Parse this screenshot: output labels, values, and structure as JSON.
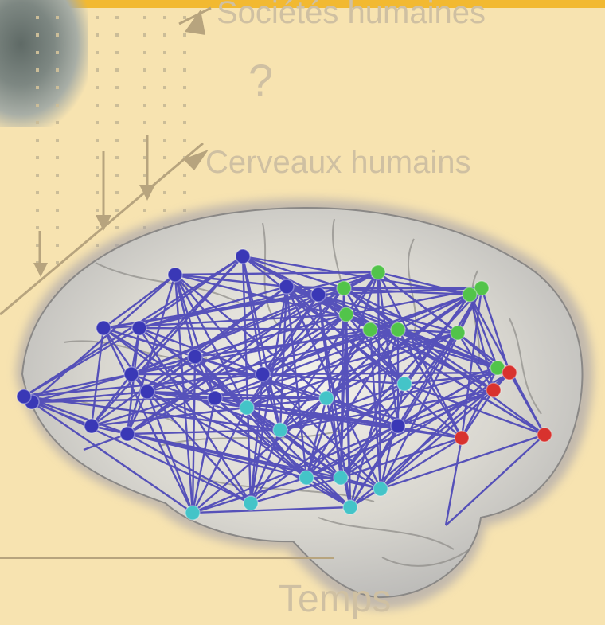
{
  "labels": {
    "societes": "Sociétés humaines",
    "question": "?",
    "cerveaux": "Cerveaux humains",
    "temps": "Temps"
  },
  "colors": {
    "background": "#f7e3b0",
    "accent_bar": "#f2b931",
    "network_edge": "#4b46b8",
    "node_blue": "#3a38b6",
    "node_green": "#52c44a",
    "node_cyan": "#44c4c8",
    "node_red": "#d8322e"
  }
}
